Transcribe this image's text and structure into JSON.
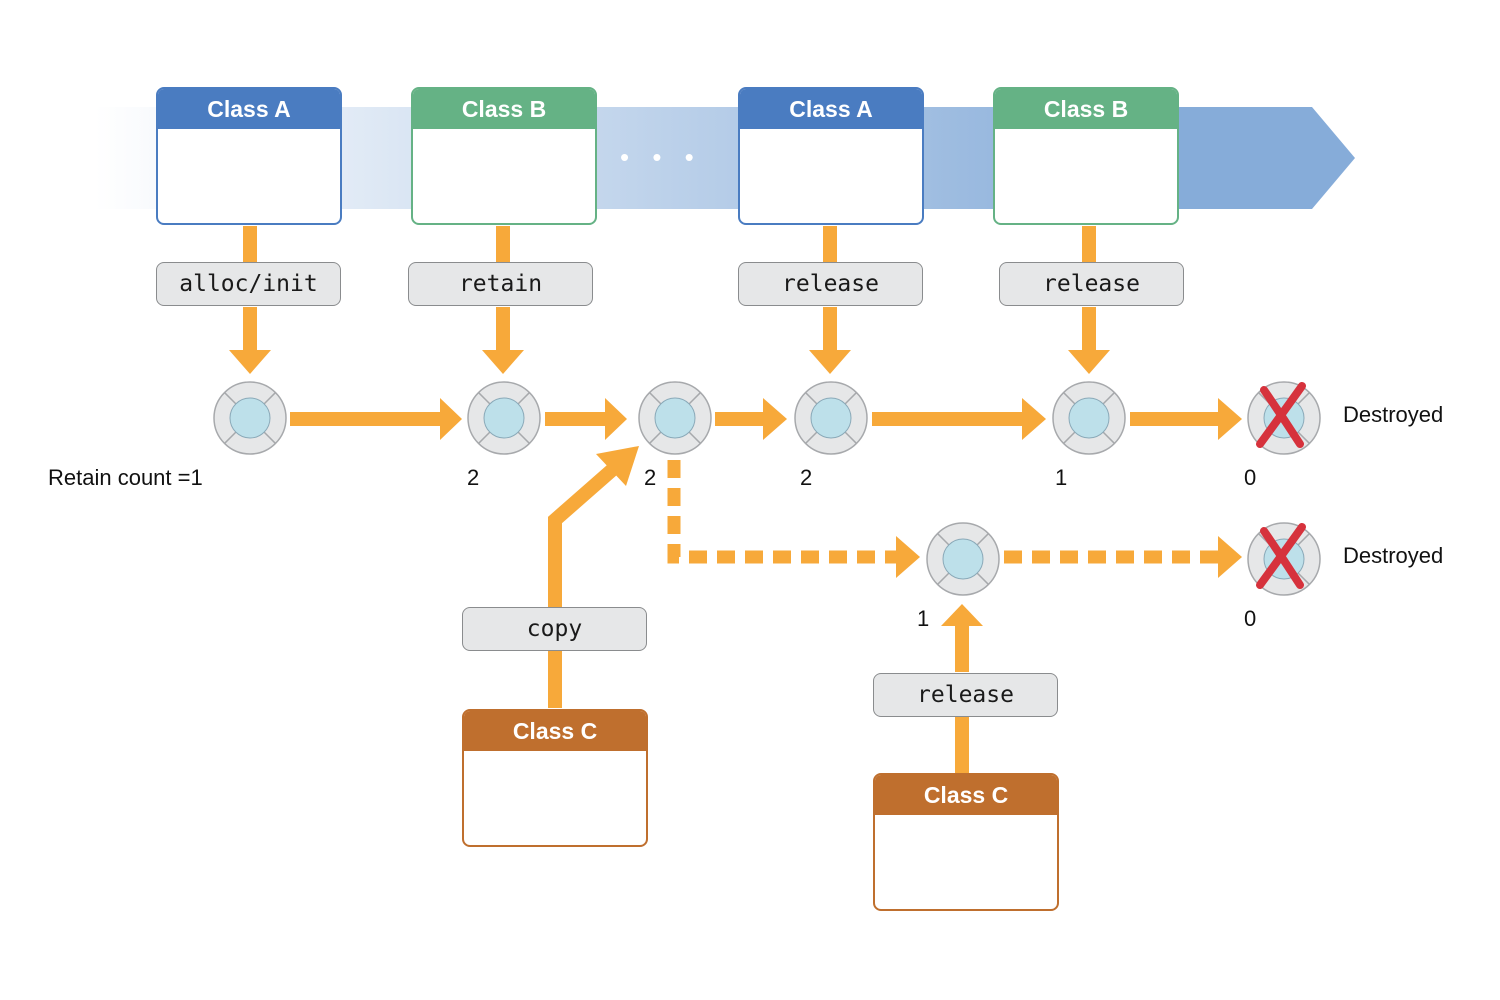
{
  "colors": {
    "class_a": "#4a7cc1",
    "class_b": "#65b285",
    "class_c": "#bf6f2e",
    "arrow": "#f7a93a",
    "band": "#86acd9",
    "node_fill": "#e6e7e8",
    "node_core": "#bde0ea",
    "destroy_mark": "#d6323c",
    "message_fill": "#e6e7e8"
  },
  "timeline": {
    "ellipsis": "• • •"
  },
  "classes": [
    {
      "label": "Class A",
      "role": "class_a"
    },
    {
      "label": "Class B",
      "role": "class_b"
    },
    {
      "label": "Class A",
      "role": "class_a"
    },
    {
      "label": "Class B",
      "role": "class_b"
    },
    {
      "label": "Class C",
      "role": "class_c"
    },
    {
      "label": "Class C",
      "role": "class_c"
    }
  ],
  "messages": [
    "alloc/init",
    "retain",
    "release",
    "release",
    "copy",
    "release"
  ],
  "main_line": {
    "counts": [
      "Retain count =1",
      "2",
      "2",
      "2",
      "1",
      "0"
    ],
    "end_label": "Destroyed"
  },
  "copy_line": {
    "counts": [
      "1",
      "0"
    ],
    "end_label": "Destroyed"
  }
}
